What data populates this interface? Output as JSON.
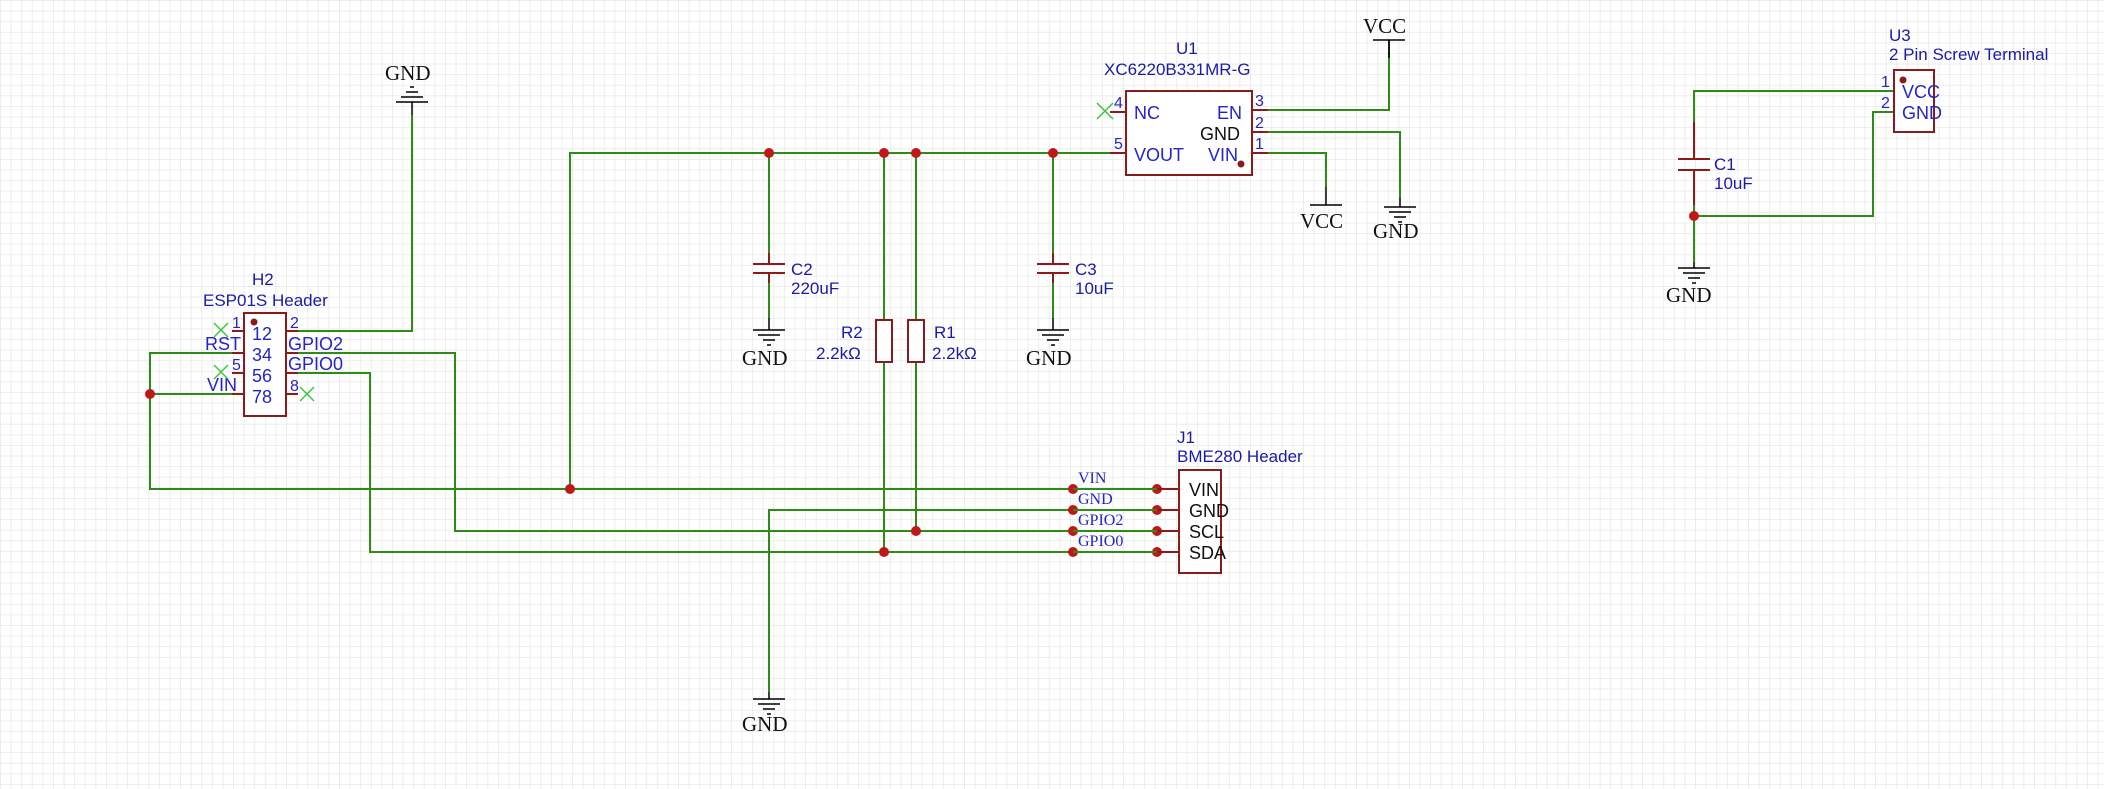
{
  "components": {
    "u1": {
      "ref": "U1",
      "value": "XC6220B331MR-G",
      "pins": [
        {
          "num": "4",
          "name": "NC"
        },
        {
          "num": "5",
          "name": "VOUT"
        },
        {
          "num": "3",
          "name": "EN"
        },
        {
          "num": "2",
          "name": "GND"
        },
        {
          "num": "1",
          "name": "VIN"
        }
      ]
    },
    "h2": {
      "ref": "H2",
      "value": "ESP01S Header",
      "inner": [
        "12",
        "34",
        "56",
        "78"
      ],
      "left_pins": [
        {
          "num": "1",
          "name": ""
        },
        {
          "num": "",
          "name": "RST"
        },
        {
          "num": "5",
          "name": ""
        },
        {
          "num": "",
          "name": "VIN"
        }
      ],
      "right_pins": [
        {
          "num": "2",
          "name": ""
        },
        {
          "num": "",
          "name": "GPIO2"
        },
        {
          "num": "",
          "name": "GPIO0"
        },
        {
          "num": "8",
          "name": ""
        }
      ]
    },
    "j1": {
      "ref": "J1",
      "value": "BME280 Header",
      "pins": [
        "VIN",
        "GND",
        "SCL",
        "SDA"
      ]
    },
    "u3": {
      "ref": "U3",
      "value": "2 Pin Screw Terminal",
      "pins": [
        {
          "num": "1",
          "name": "VCC"
        },
        {
          "num": "2",
          "name": "GND"
        }
      ]
    },
    "c1": {
      "ref": "C1",
      "value": "10uF"
    },
    "c2": {
      "ref": "C2",
      "value": "220uF"
    },
    "c3": {
      "ref": "C3",
      "value": "10uF"
    },
    "r1": {
      "ref": "R1",
      "value": "2.2kΩ"
    },
    "r2": {
      "ref": "R2",
      "value": "2.2kΩ"
    }
  },
  "power_symbols": {
    "gnd": "GND",
    "vcc": "VCC"
  },
  "net_labels": [
    "VIN",
    "GND",
    "GPIO2",
    "GPIO0"
  ],
  "colors": {
    "wire": "#2e8b18",
    "component_outline": "#8b1a1a",
    "junction": "#c01818",
    "label": "#1a1aa8",
    "no_connect": "#3cc83c"
  }
}
